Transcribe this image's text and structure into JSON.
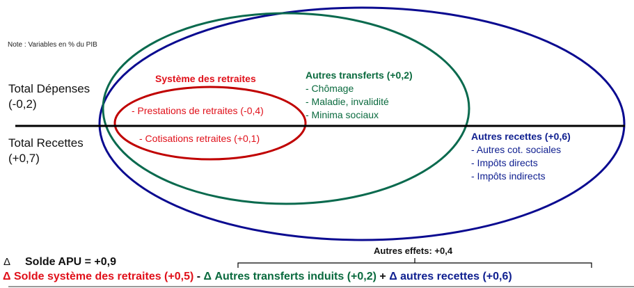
{
  "note": "Note : Variables en % du PIB",
  "left": {
    "depenses_label": "Total Dépenses",
    "depenses_value": "(-0,2)",
    "recettes_label": "Total Recettes",
    "recettes_value": "(+0,7)"
  },
  "retraites": {
    "title": "Système des retraites",
    "prestations": "- Prestations de retraites (-0,4)",
    "cotisations": "- Cotisations retraites (+0,1)"
  },
  "autres_transferts": {
    "title": "Autres transferts (+0,2)",
    "items": [
      "- Chômage",
      "- Maladie, invalidité",
      "- Minima sociaux"
    ]
  },
  "autres_recettes": {
    "title": "Autres recettes (+0,6)",
    "items": [
      "- Autres cot. sociales",
      "- Impôts directs",
      "- Impôts indirects"
    ]
  },
  "bottom": {
    "autres_effets": "Autres effets: +0,4",
    "delta": "Δ",
    "solde_apu": "Solde APU = +0,9",
    "eq_retraites": "Δ Solde système des retraites (+0,5)",
    "minus": " - ",
    "eq_transferts": "Δ Autres transferts induits (+0,2)",
    "plus": " + ",
    "eq_recettes": "Δ autres recettes (+0,6)"
  },
  "colors": {
    "red": "#c00000",
    "green": "#0a6a4e",
    "blue": "#0a0a90"
  }
}
